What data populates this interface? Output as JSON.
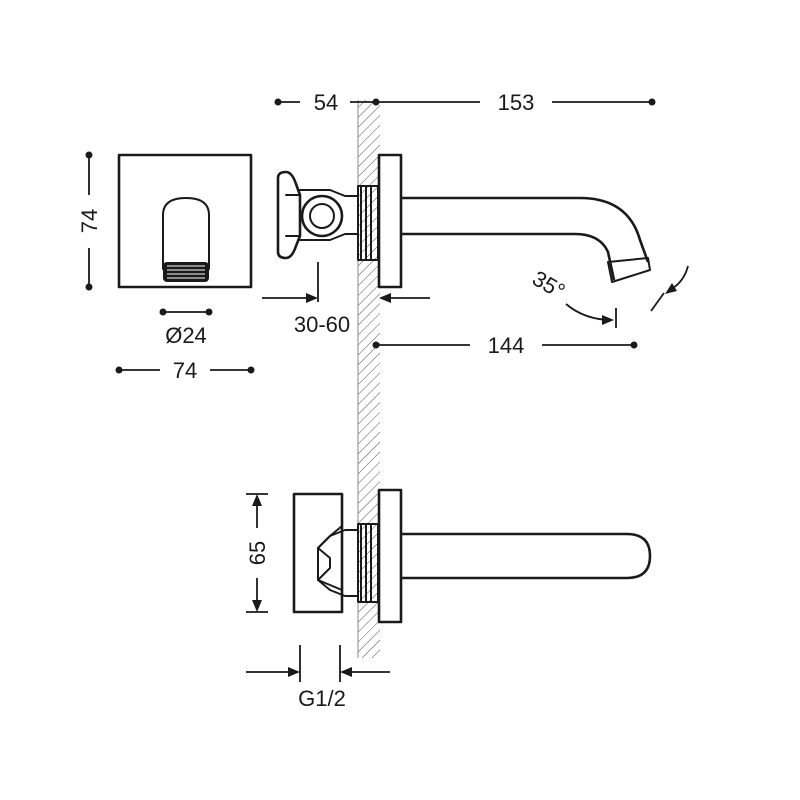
{
  "dimensions": {
    "depth_behind_wall": "54",
    "spout_reach_top": "153",
    "front_height": "74",
    "outlet_diameter": "Ø24",
    "front_width": "74",
    "wall_thickness_range": "30-60",
    "spout_reach": "144",
    "spout_angle": "35°",
    "lever_height": "65",
    "connection_thread": "G1/2"
  }
}
